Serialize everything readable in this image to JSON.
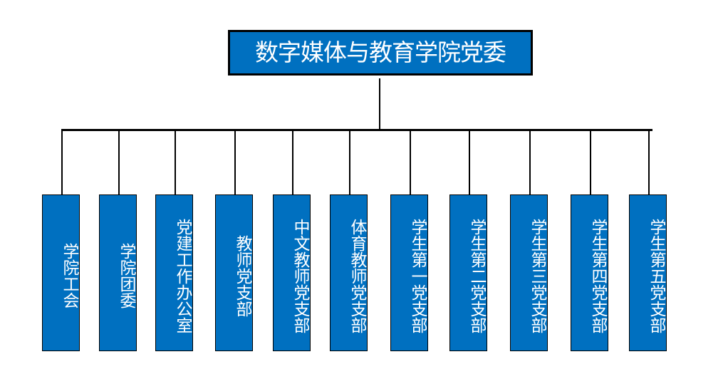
{
  "root": {
    "label": "数字媒体与教育学院党委",
    "color": "#0070c0"
  },
  "children": [
    {
      "label": "学院工会"
    },
    {
      "label": "学院团委"
    },
    {
      "label": "党建工作办公室"
    },
    {
      "label": "教师党支部"
    },
    {
      "label": "中文教师党支部"
    },
    {
      "label": "体育教师党支部"
    },
    {
      "label": "学生第一党支部"
    },
    {
      "label": "学生第二党支部"
    },
    {
      "label": "学生第三党支部"
    },
    {
      "label": "学生第四党支部"
    },
    {
      "label": "学生第五党支部"
    }
  ]
}
